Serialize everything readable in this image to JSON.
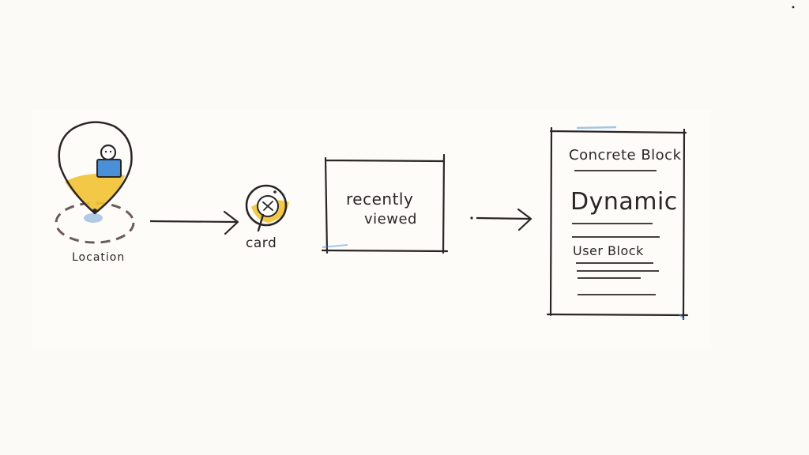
{
  "labels": {
    "location": "Location",
    "card": "card",
    "recently": "recently",
    "viewed": "viewed",
    "concrete_block": "Concrete Block",
    "dynamic": "Dynamic",
    "user_block": "User Block"
  },
  "colors": {
    "ink": "#2b2626",
    "accent_yellow": "#f1c232",
    "accent_blue": "#4a90d9",
    "dash": "#6b5b5b"
  },
  "icons": [
    "location-pin-icon",
    "person-icon",
    "magnifier-icon",
    "arrow-icon"
  ]
}
